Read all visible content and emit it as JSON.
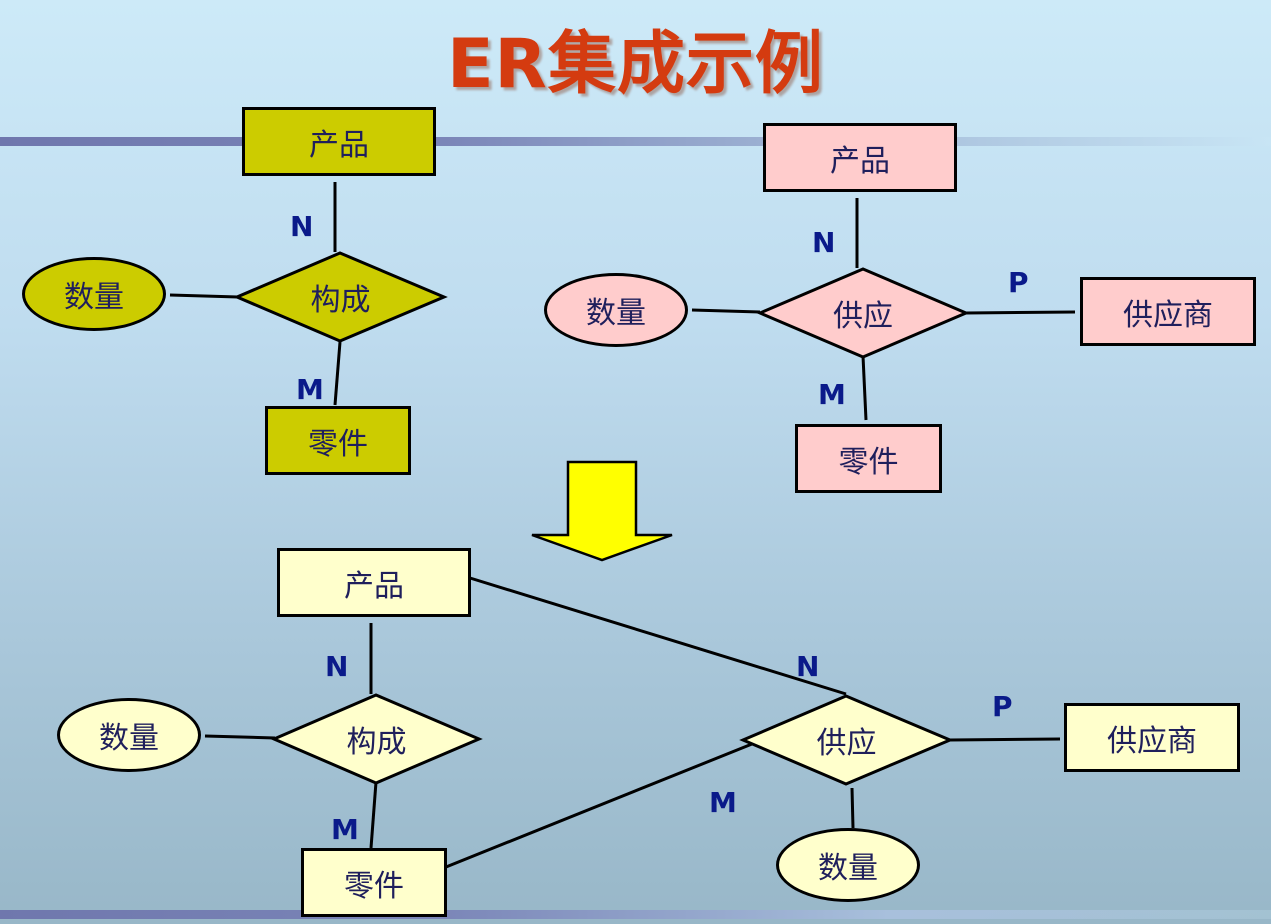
{
  "title": "ER集成示例",
  "colors": {
    "olive": "#cccc00",
    "pink": "#ffcccc",
    "cream": "#ffffcc",
    "arrow": "#ffff00",
    "title": "#d43b10",
    "cardinality": "#0a1a8a"
  },
  "diagram_left": {
    "entity_product": "产品",
    "entity_part": "零件",
    "relationship": "构成",
    "attribute": "数量",
    "card_n": "N",
    "card_m": "M"
  },
  "diagram_right": {
    "entity_product": "产品",
    "entity_part": "零件",
    "entity_supplier": "供应商",
    "relationship": "供应",
    "attribute": "数量",
    "card_n": "N",
    "card_m": "M",
    "card_p": "P"
  },
  "diagram_merged": {
    "entity_product": "产品",
    "entity_part": "零件",
    "entity_supplier": "供应商",
    "relationship_compose": "构成",
    "relationship_supply": "供应",
    "attribute_compose": "数量",
    "attribute_supply": "数量",
    "card_compose_n": "N",
    "card_compose_m": "M",
    "card_supply_n": "N",
    "card_supply_m": "M",
    "card_supply_p": "P"
  }
}
